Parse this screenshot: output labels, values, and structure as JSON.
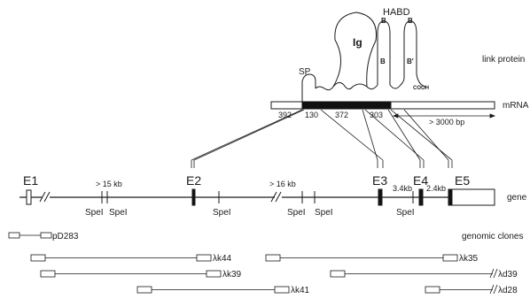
{
  "protein": {
    "habd_label": "HABD",
    "ig_label": "Ig",
    "b_label": "B",
    "b_prime_label": "B'",
    "sp_label": "SP",
    "cooh_label": "COOH",
    "row_label": "link protein"
  },
  "mrna": {
    "row_label": "mRNA",
    "segments": [
      "392",
      "130",
      "372",
      "303"
    ],
    "utr_label": "> 3000 bp"
  },
  "gene": {
    "row_label": "gene",
    "exons": [
      "E1",
      "E2",
      "E3",
      "E4",
      "E5"
    ],
    "intron_sizes": [
      "> 15  kb",
      "> 16  kb",
      "3.4kb",
      "2.4kb"
    ],
    "speI": [
      "SpeI",
      "SpeI",
      "SpeI",
      "SpeI",
      "SpeI",
      "SpeI"
    ]
  },
  "clones": {
    "row_label": "genomic clones",
    "names": [
      "pD283",
      "λk44",
      "λk35",
      "λk39",
      "λd39",
      "λk41",
      "λd28"
    ]
  }
}
